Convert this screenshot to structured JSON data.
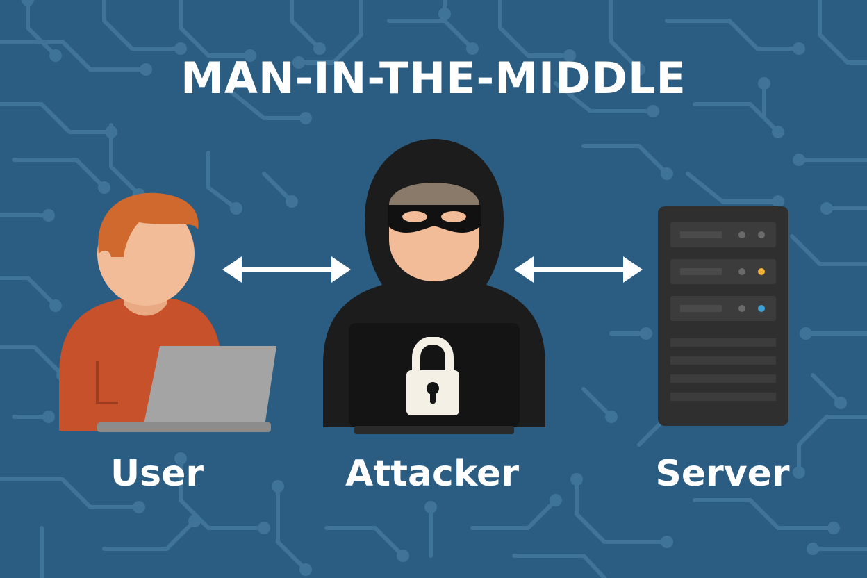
{
  "title": "MAN-IN-THE-MIDDLE",
  "labels": {
    "user": "User",
    "attacker": "Attacker",
    "server": "Server"
  },
  "icons": [
    "user-figure",
    "laptop-icon",
    "attacker-figure",
    "lock-icon",
    "server-icon",
    "double-arrow-icon"
  ],
  "colors": {
    "background": "#2b5d82",
    "circuit": "#3f7398",
    "user_shirt": "#c6512a",
    "user_hair": "#d0692d",
    "skin": "#f1bc97",
    "hood": "#1c1c1c",
    "laptop_user": "#a4a4a4",
    "server_body": "#2f2f2f",
    "led_amber": "#f3b43a",
    "led_blue": "#3ca0d2",
    "arrow": "#ffffff"
  }
}
